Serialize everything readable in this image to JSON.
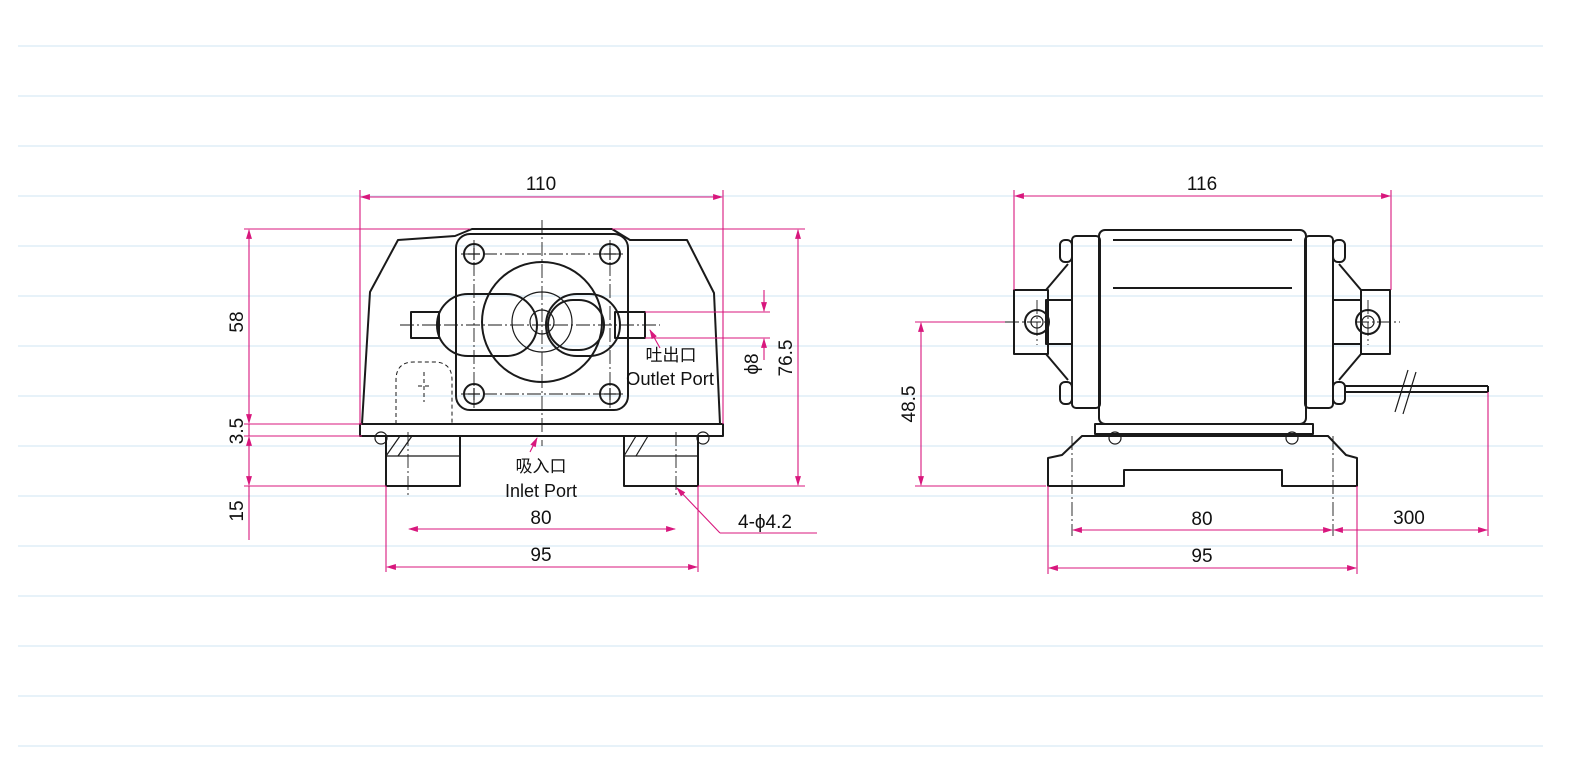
{
  "colors": {
    "dimension_line": "#d8177d",
    "ruled_line": "#cfe4f3",
    "outline": "#1a1a1a"
  },
  "front_view": {
    "dims": {
      "width_top": "110",
      "height_58": "58",
      "height_3_5": "3.5",
      "height_15": "15",
      "height_76_5": "76.5",
      "port_dia": "ϕ8",
      "hole_pitch": "80",
      "base_width": "95",
      "holes": "4-ϕ4.2"
    },
    "labels": {
      "outlet_jp": "吐出口",
      "outlet_en": "Outlet Port",
      "inlet_jp": "吸入口",
      "inlet_en": "Inlet Port"
    }
  },
  "side_view": {
    "dims": {
      "width_top": "116",
      "height_48_5": "48.5",
      "hole_pitch": "80",
      "base_width": "95",
      "cable_length": "300"
    }
  }
}
